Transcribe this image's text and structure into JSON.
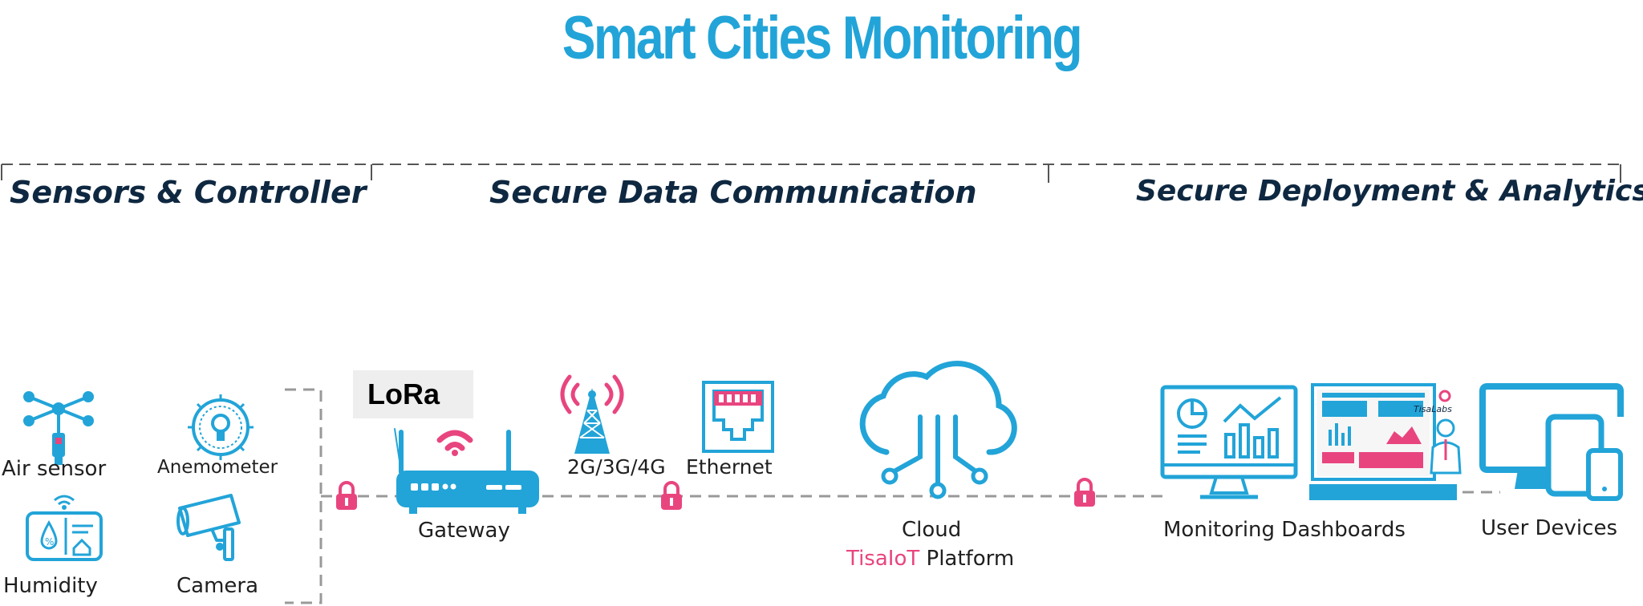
{
  "title": "Smart Cities Monitoring",
  "sections": [
    {
      "label": "Sensors & Controller"
    },
    {
      "label": "Secure Data Communication"
    },
    {
      "label": "Secure Deployment & Analytics"
    }
  ],
  "sensors": {
    "air_sensor": "Air sensor",
    "anemometer": "Anemometer",
    "humidity": "Humidity",
    "camera": "Camera"
  },
  "communication": {
    "lora_logo": "LoRa",
    "gateway": "Gateway",
    "cellular": "2G/3G/4G",
    "ethernet": "Ethernet"
  },
  "cloud": {
    "label": "Cloud",
    "platform_brand": "TisaIoT",
    "platform_suffix": "Platform"
  },
  "deployment": {
    "dashboards": "Monitoring Dashboards",
    "user_devices": "User Devices",
    "tisalabs_logo": "TisaLabs"
  },
  "colors": {
    "accent_blue": "#22a4d8",
    "pink": "#e8457f",
    "navy": "#0f2841",
    "dash_gray": "#999999"
  }
}
